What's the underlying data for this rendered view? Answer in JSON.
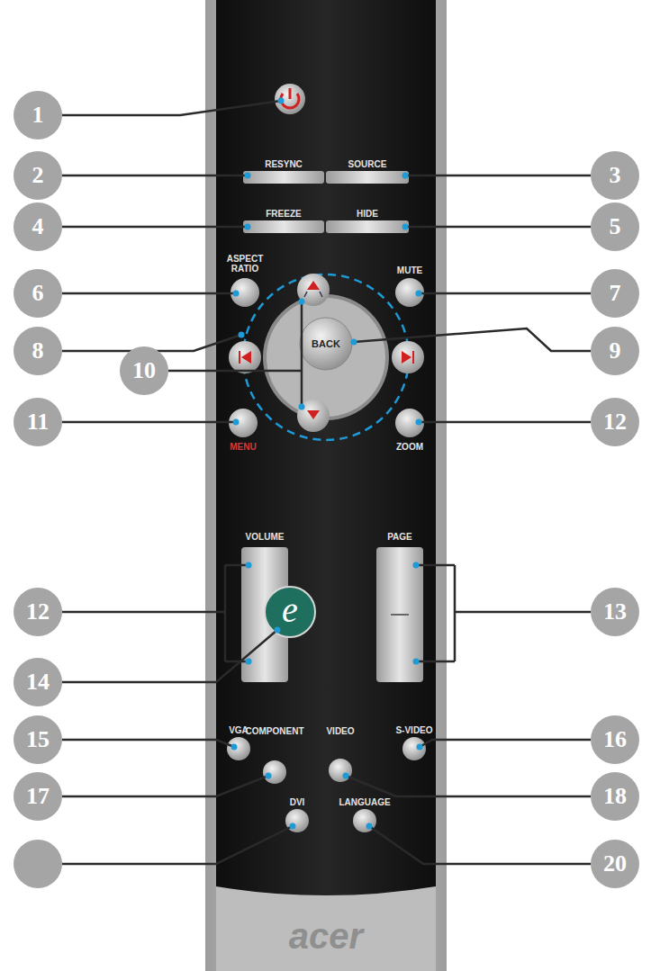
{
  "diagram": {
    "labels": [
      "1",
      "2",
      "3",
      "4",
      "5",
      "6",
      "7",
      "8",
      "9",
      "10",
      "11",
      "12",
      "12",
      "13",
      "14",
      "15",
      "16",
      "17",
      "18",
      "20",
      "RESYNC",
      "SOURCE",
      "FREEZE",
      "HIDE",
      "ASPECT RATIO",
      "MUTE",
      "BACK",
      "MENU",
      "ZOOM",
      "VOLUME",
      "PAGE",
      "e",
      "VGA",
      "COMPONENT",
      "VIDEO",
      "S-VIDEO",
      "DVI",
      "LANGUAGE",
      "acer"
    ]
  }
}
